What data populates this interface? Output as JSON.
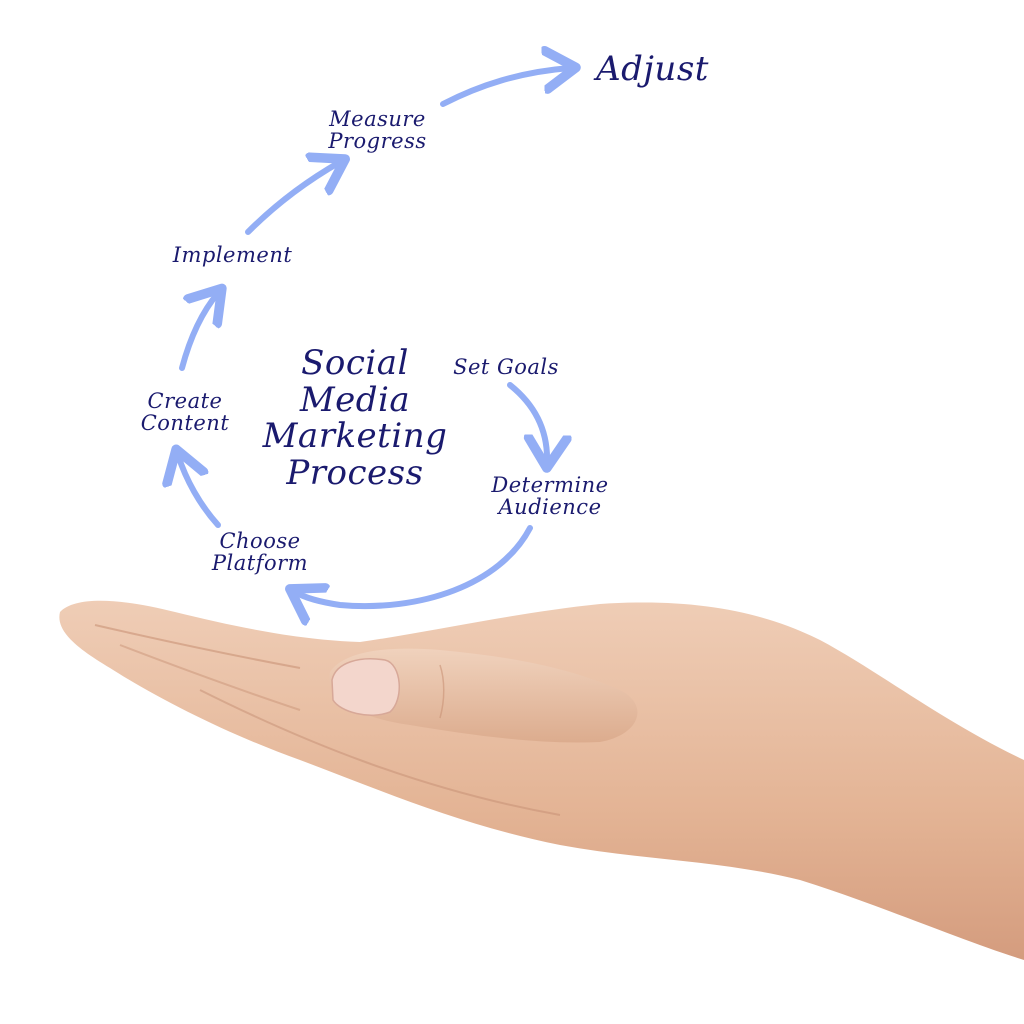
{
  "diagram": {
    "title": "Social\nMedia\nMarketing\nProcess",
    "steps": [
      "Set Goals",
      "Determine\nAudience",
      "Choose\nPlatform",
      "Create\nContent",
      "Implement",
      "Measure\nProgress",
      "Adjust"
    ]
  },
  "colors": {
    "text": "#1a1a6e",
    "arrow": "#93aef5",
    "skin": "#e8c0a6"
  }
}
